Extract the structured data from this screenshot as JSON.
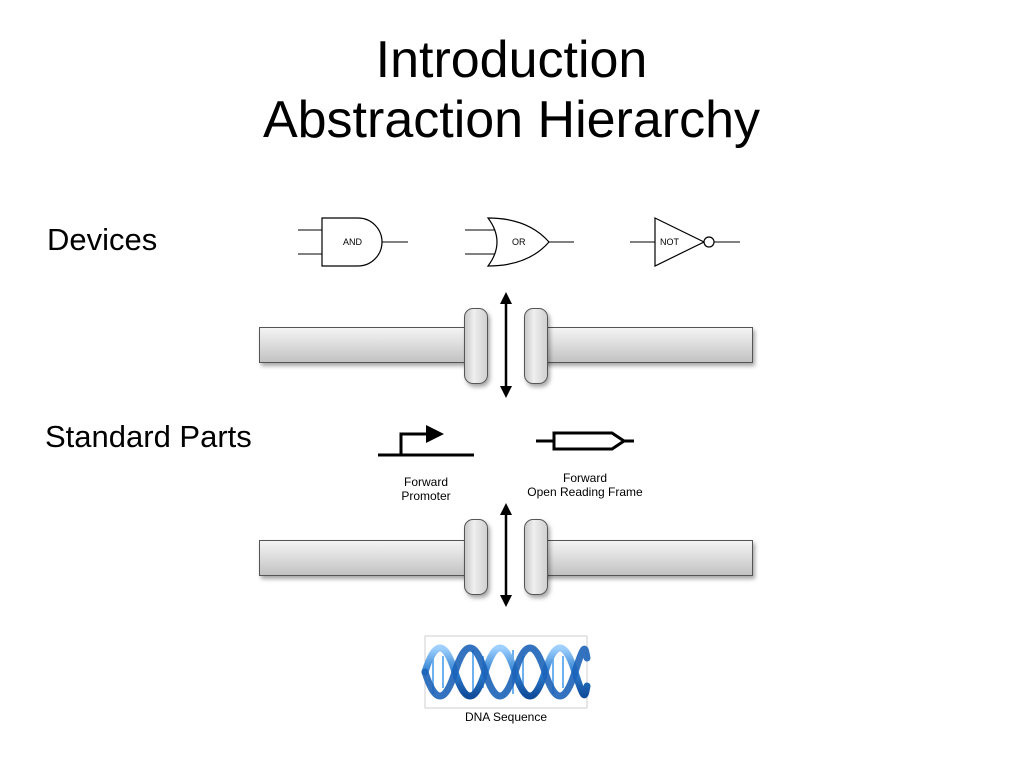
{
  "title": {
    "line1": "Introduction",
    "line2": "Abstraction Hierarchy"
  },
  "levels": {
    "devices": "Devices",
    "standard_parts": "Standard Parts"
  },
  "gates": {
    "and": "AND",
    "or": "OR",
    "not": "NOT"
  },
  "parts": {
    "promoter": {
      "line1": "Forward",
      "line2": "Promoter"
    },
    "orf": {
      "line1": "Forward",
      "line2": "Open Reading Frame"
    }
  },
  "dna": {
    "caption": "DNA Sequence"
  },
  "colors": {
    "dna_blue": "#2f7fd0",
    "tube_fill": "#d9d9d9"
  }
}
